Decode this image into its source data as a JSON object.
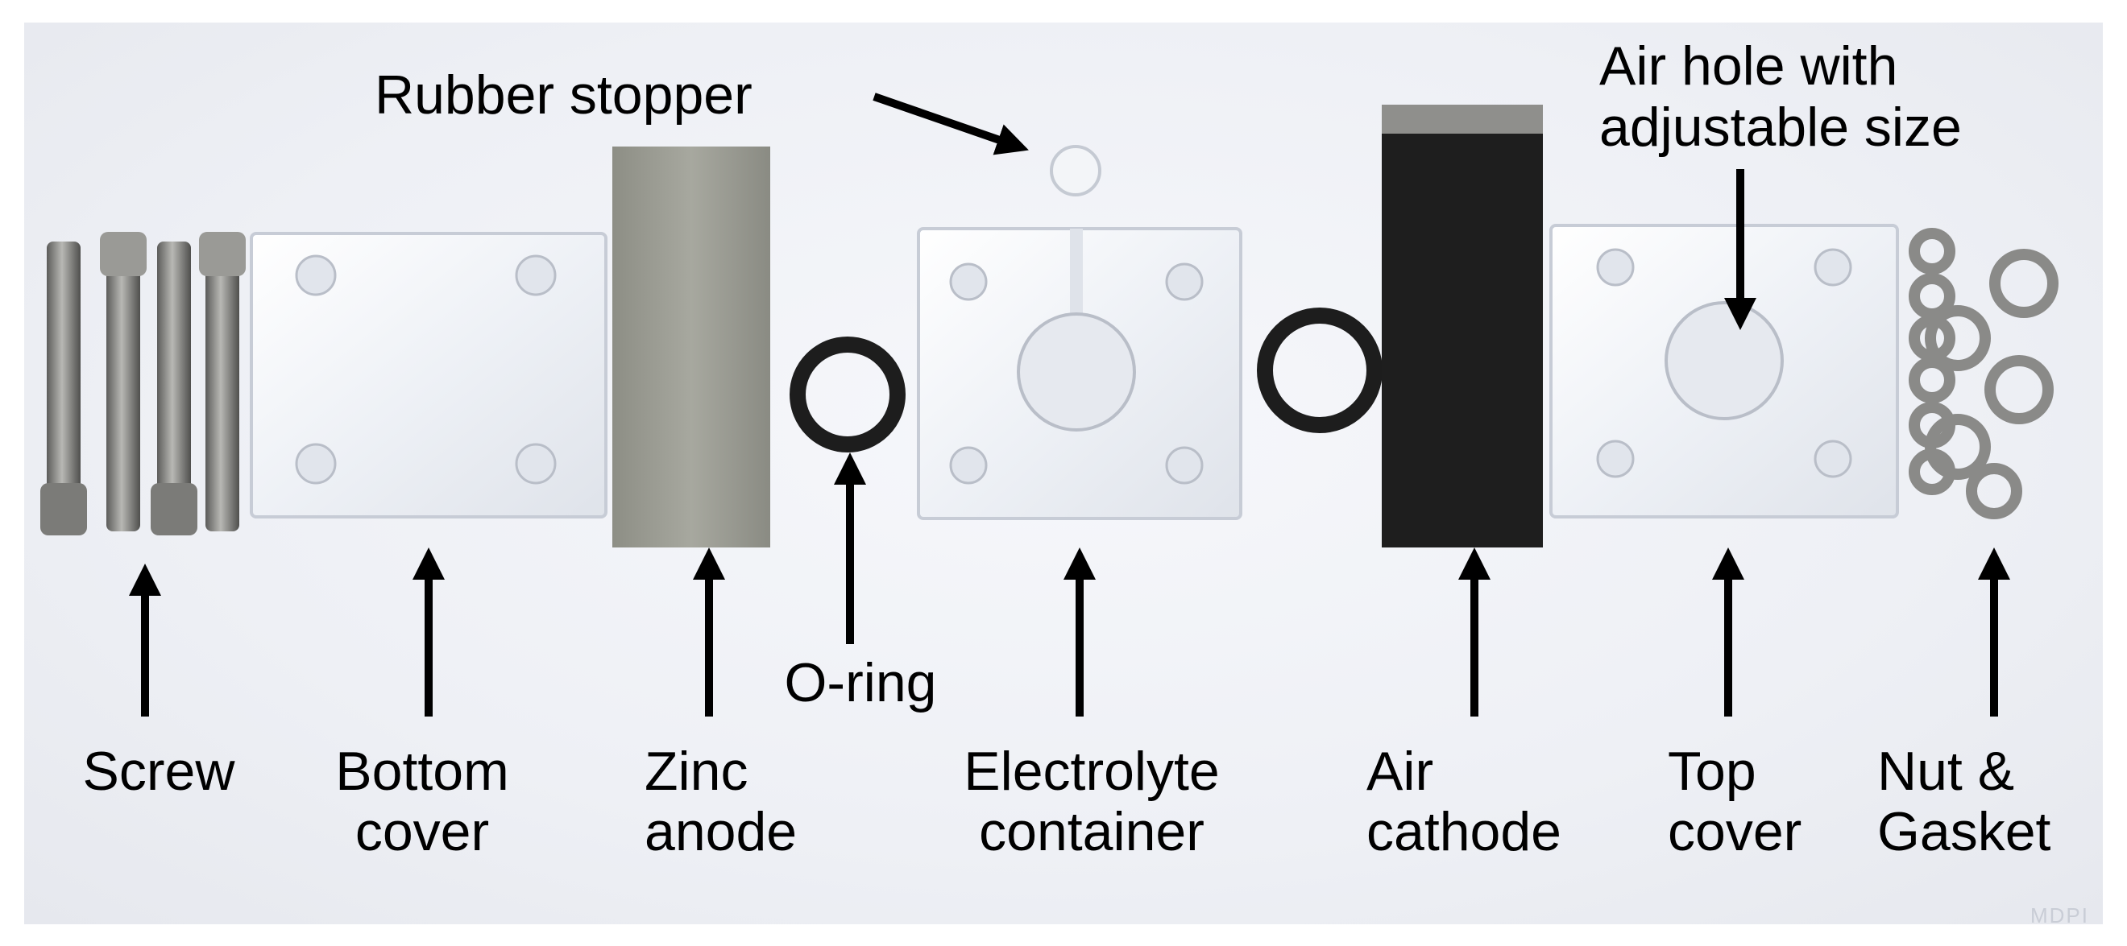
{
  "labels": {
    "screw": "Screw",
    "bottom_cover_1": "Bottom",
    "bottom_cover_2": "cover",
    "zinc_anode_1": "Zinc",
    "zinc_anode_2": "anode",
    "o_ring": "O-ring",
    "electrolyte_1": "Electrolyte",
    "electrolyte_2": "container",
    "air_cathode_1": "Air",
    "air_cathode_2": "cathode",
    "top_cover_1": "Top",
    "top_cover_2": "cover",
    "nut_1": "Nut &",
    "nut_2": "Gasket",
    "rubber_stopper": "Rubber stopper",
    "air_hole_1": "Air hole with",
    "air_hole_2": "adjustable size"
  },
  "colors": {
    "background": "#eef0f5",
    "zinc": "#9a9b92",
    "carbon": "#1c1c1c",
    "acrylic": "#f4f6fa",
    "metal": "#8a8a88"
  },
  "watermark": "MDPI"
}
